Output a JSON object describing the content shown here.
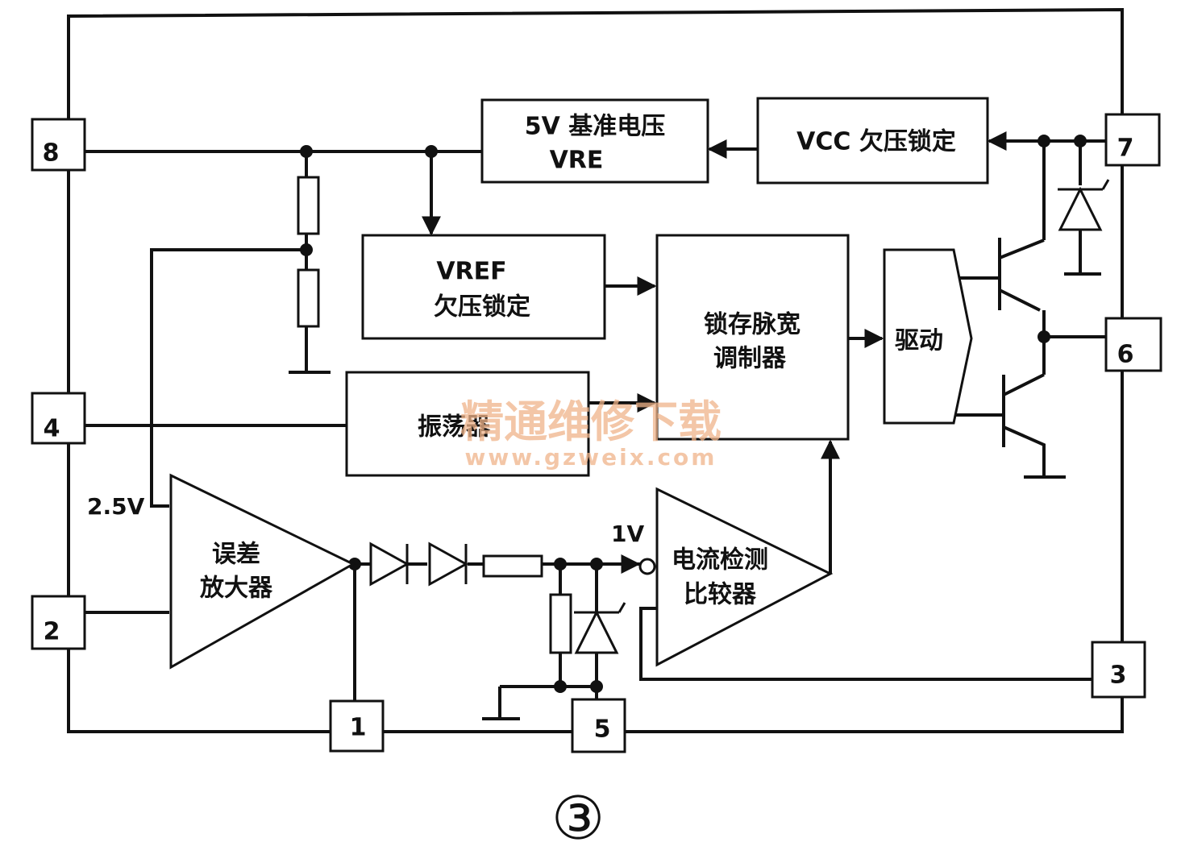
{
  "pins": {
    "p1": "1",
    "p2": "2",
    "p3": "3",
    "p4": "4",
    "p5": "5",
    "p6": "6",
    "p7": "7",
    "p8": "8"
  },
  "blocks": {
    "vref_5v_line1": "5V 基准电压",
    "vref_5v_line2": "VRE",
    "vcc_uvlo": "VCC 欠压锁定",
    "vref_uvlo_line1": "VREF",
    "vref_uvlo_line2": "欠压锁定",
    "pwm_latch_line1": "锁存脉宽",
    "pwm_latch_line2": "调制器",
    "driver": "驱动",
    "oscillator": "振荡器",
    "error_amp_line1": "误差",
    "error_amp_line2": "放大器",
    "current_comp_line1": "电流检测",
    "current_comp_line2": "比较器"
  },
  "labels": {
    "v_2_5": "2.5V",
    "v_1": "1V",
    "figure_number": "③"
  },
  "watermark": {
    "line1": "精通维修下载",
    "line2": "www.gzweix.com"
  }
}
